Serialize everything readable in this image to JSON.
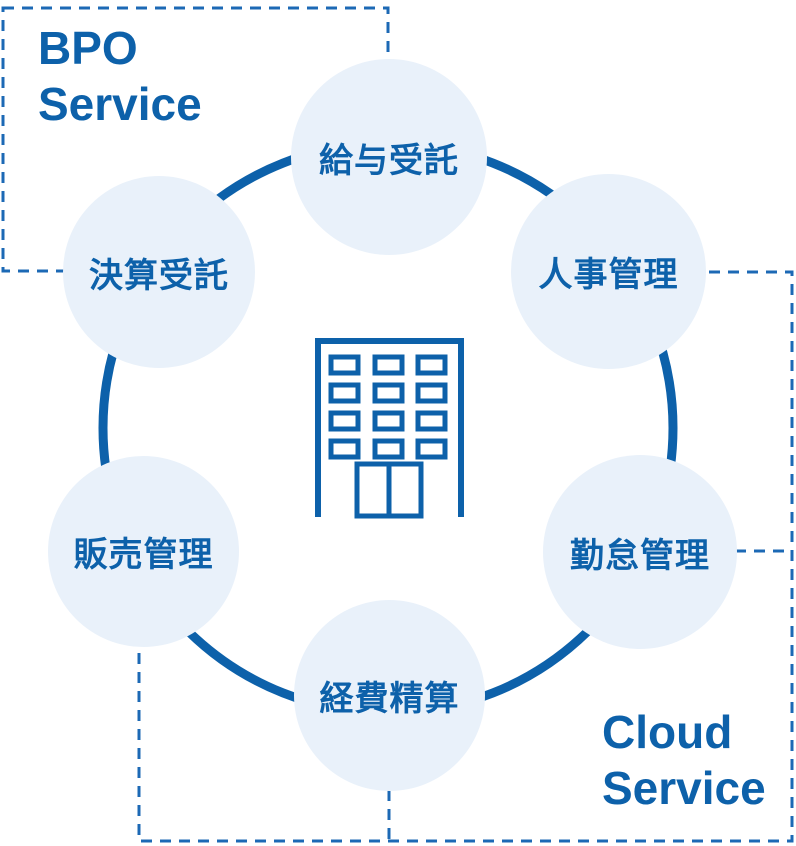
{
  "diagram": {
    "regions": {
      "bpo_label": "BPO\nService",
      "cloud_label": "Cloud\nService"
    },
    "circles": [
      {
        "id": "payroll-outsourcing",
        "label": "給与受託"
      },
      {
        "id": "hr-management",
        "label": "人事管理"
      },
      {
        "id": "attendance-management",
        "label": "勤怠管理"
      },
      {
        "id": "expense-settlement",
        "label": "経費精算"
      },
      {
        "id": "sales-management",
        "label": "販売管理"
      },
      {
        "id": "closing-outsourcing",
        "label": "決算受託"
      }
    ],
    "center_icon": "building-icon",
    "colors": {
      "primary": "#0d61aa",
      "circle_fill": "#e9f1fa",
      "dash": "#1c69b5",
      "center_fill": "#ffffff",
      "background": "#ffffff"
    }
  }
}
